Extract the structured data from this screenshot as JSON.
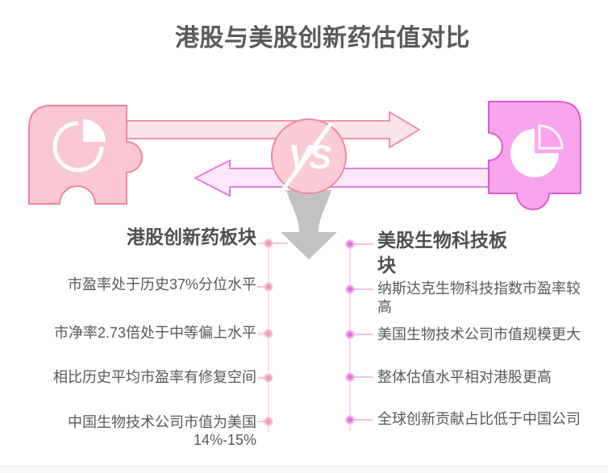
{
  "title": "港股与美股创新药估值对比",
  "vs_badge": {
    "label": "VS"
  },
  "left_panel": {
    "heading_lines": [
      "港股创新药板块"
    ],
    "items": [
      {
        "lines": [
          "市盈率处于历史37%分位水平"
        ]
      },
      {
        "lines": [
          "市净率2.73倍处于中等偏上水平"
        ]
      },
      {
        "lines": [
          "相比历史平均市盈率有修复空间"
        ]
      },
      {
        "lines": [
          "中国生物技术公司市值为美国",
          "14%-15%"
        ]
      }
    ],
    "accent_color": "#f2839c",
    "fill_color": "#f9c8d3",
    "dot_color": "#ee8aa4"
  },
  "right_panel": {
    "heading_lines": [
      "美股生物科技板",
      "块"
    ],
    "items": [
      {
        "lines": [
          "纳斯达克生物科技指数市盈率较",
          "高"
        ]
      },
      {
        "lines": [
          "美国生物技术公司市值规模更大"
        ]
      },
      {
        "lines": [
          "整体估值水平相对港股更高"
        ]
      },
      {
        "lines": [
          "全球创新贡献占比低于中国公司"
        ]
      }
    ],
    "accent_color": "#e159ce",
    "fill_color": "#f8a5ee",
    "dot_color": "#dd4fd2"
  },
  "icons": {
    "left_piece": "puzzle-piece-pie-chart-icon",
    "right_piece": "puzzle-piece-pie-chart-icon",
    "center": "vs-badge-icon",
    "top": "arrow-right-icon",
    "bottom": "arrow-left-icon",
    "down": "arrow-down-icon"
  },
  "colors": {
    "title_text": "#5a5a5c",
    "body_text": "#595959",
    "arrow_right_fill": "#fbe3ea",
    "arrow_right_stroke": "#f193a9",
    "arrow_left_fill": "#fbe6fb",
    "arrow_left_stroke": "#e57fe0",
    "vs_circle_fill": "#fbccd5",
    "vs_circle_stroke": "#f2899f",
    "down_arrow_gray": "#c2c2c4"
  }
}
